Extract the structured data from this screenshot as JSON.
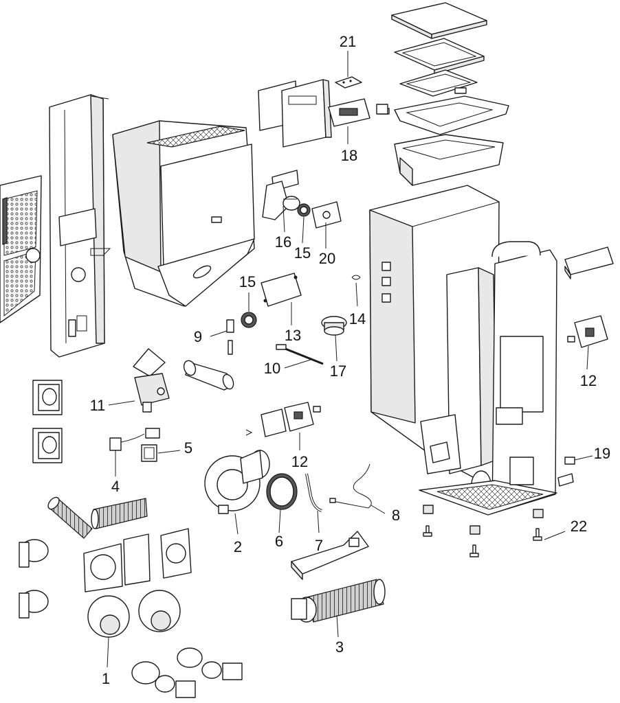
{
  "diagram": {
    "callouts": [
      {
        "id": "c21",
        "label": "21"
      },
      {
        "id": "c18",
        "label": "18"
      },
      {
        "id": "c16",
        "label": "16"
      },
      {
        "id": "c15a",
        "label": "15"
      },
      {
        "id": "c20",
        "label": "20"
      },
      {
        "id": "c15b",
        "label": "15"
      },
      {
        "id": "c14",
        "label": "14"
      },
      {
        "id": "c9",
        "label": "9"
      },
      {
        "id": "c13",
        "label": "13"
      },
      {
        "id": "c10",
        "label": "10"
      },
      {
        "id": "c17",
        "label": "17"
      },
      {
        "id": "c11",
        "label": "11"
      },
      {
        "id": "c12a",
        "label": "12"
      },
      {
        "id": "c12b",
        "label": "12"
      },
      {
        "id": "c5",
        "label": "5"
      },
      {
        "id": "c4",
        "label": "4"
      },
      {
        "id": "c19",
        "label": "19"
      },
      {
        "id": "c2",
        "label": "2"
      },
      {
        "id": "c6",
        "label": "6"
      },
      {
        "id": "c7",
        "label": "7"
      },
      {
        "id": "c8",
        "label": "8"
      },
      {
        "id": "c22",
        "label": "22"
      },
      {
        "id": "c3",
        "label": "3"
      },
      {
        "id": "c1",
        "label": "1"
      }
    ]
  }
}
